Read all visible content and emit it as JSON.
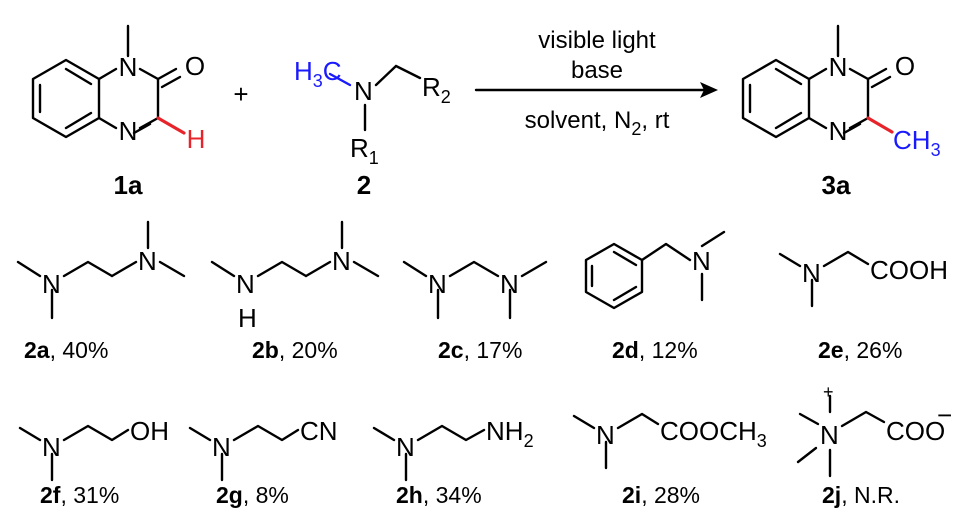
{
  "reaction": {
    "reactant1": {
      "label": "1a",
      "atoms": {
        "n1": "N",
        "o": "O",
        "n4": "N",
        "h": "H"
      }
    },
    "plus": "+",
    "reactant2": {
      "label": "2",
      "h3c_main": "H",
      "h3c_sub": "3",
      "h3c_tail": "C",
      "n": "N",
      "r1_main": "R",
      "r1_sub": "1",
      "r2_main": "R",
      "r2_sub": "2"
    },
    "conditions": {
      "line1": "visible light",
      "line2": "base",
      "line3_pre": "solvent, N",
      "line3_sub": "2",
      "line3_post": ", rt"
    },
    "product": {
      "label": "3a",
      "atoms": {
        "n1": "N",
        "o": "O",
        "n4": "N"
      },
      "ch3_main": "CH",
      "ch3_sub": "3"
    }
  },
  "amines": [
    {
      "id": "2a",
      "yield": ", 40%"
    },
    {
      "id": "2b",
      "yield": ", 20%"
    },
    {
      "id": "2c",
      "yield": ", 17%"
    },
    {
      "id": "2d",
      "yield": ", 12%"
    },
    {
      "id": "2e",
      "yield": ", 26%"
    },
    {
      "id": "2f",
      "yield": ", 31%"
    },
    {
      "id": "2g",
      "yield": ", 8%"
    },
    {
      "id": "2h",
      "yield": ", 34%"
    },
    {
      "id": "2i",
      "yield": ", 28%"
    },
    {
      "id": "2j",
      "yield": ", N.R."
    }
  ],
  "groups": {
    "n": "N",
    "h": "H",
    "cooh": "COOH",
    "oh": "OH",
    "cn": "CN",
    "nh_main": "NH",
    "nh_sub": "2",
    "cooch_main": "COOCH",
    "cooch_sub": "3",
    "coo": "COO",
    "minus": "−",
    "plus": "+"
  },
  "colors": {
    "highlight_red": "#e8242b",
    "highlight_blue": "#1a1aff"
  }
}
